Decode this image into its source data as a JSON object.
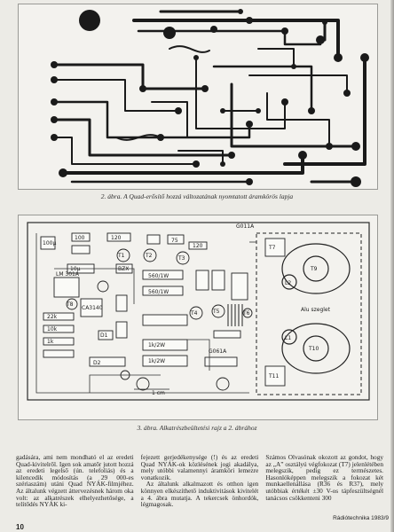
{
  "figure1": {
    "caption": "2. ábra. A Quad-erősítő hozzá változatának nyomtatott áramkörös lapja"
  },
  "figure2": {
    "caption": "3. ábra. Alkatrészbeültetési rajz a 2. ábrához",
    "labels": [
      "100µ",
      "100",
      "120",
      "T1",
      "T2",
      "T3",
      "T4",
      "T5",
      "T6",
      "T7",
      "T8",
      "T9",
      "T10",
      "T11",
      "75",
      "22k",
      "10k",
      "1k",
      "560/1W",
      "560/1W",
      "120",
      "D1",
      "D2",
      "LM 301A",
      "CA3140",
      "L1",
      "L2",
      "Alu szeglet",
      "1k/2W",
      "1k/2W",
      "10µ",
      "G011A",
      "G061A",
      "BZX",
      "1 cm"
    ]
  },
  "article": {
    "columns": [
      "gadására, ami nem mondható el az eredeti Quad-kivitelről. Igen sok amatőr jutott hozzá az eredeti legelső (ún. telefoliás) és a kilencedik módosítás (a 29 000-es szériaszám) utáni Quad NYÁK-filmjéhez. Az általunk végzett áttervezésnek három oka volt: az alkatrészek elhelyezhetősége, a telítődés NYÁK ki-",
      "fejezett gerjedékenysége (!) és az eredeti Quad NYÁK-ok közlésének jogi akadálya, mely utóbbi valamennyi áramköri lemezre vonatkozik.",
      "Az általunk alkalmazott és otthon igen könnyen elkészíthető induktivitások kivitelét a 4. ábra mutatja. A tekercsek önhordók, légmagosak.",
      "Számos Olvasónak okozott az gondot, hogy az „A” osztályú végfokozat (T7) jelenlétében melegszik, pedig ez természetes. Hasonlóképpen melegszik a fokozat két munkaellenállása (R36 és R37), mely utóbbiak értékét ±30 V-os tápfeszültségnél tanácsos csökkenteni 300"
    ]
  },
  "footer": {
    "page_number": "10",
    "journal": "Rádiótechnika 1983/9"
  }
}
